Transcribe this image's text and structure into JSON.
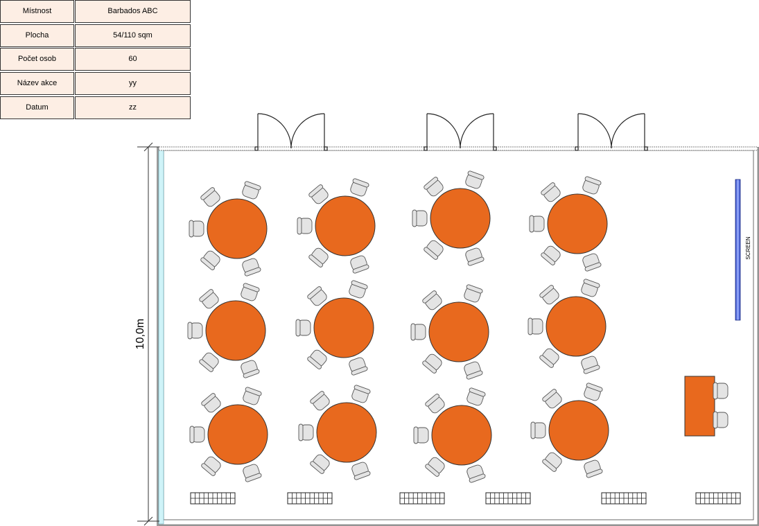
{
  "info_table": [
    {
      "label": "Místnost",
      "value": "Barbados ABC"
    },
    {
      "label": "Plocha",
      "value": "54/110 sqm"
    },
    {
      "label": "Počet osob",
      "value": "60"
    },
    {
      "label": "Název akce",
      "value": "yy"
    },
    {
      "label": "Datum",
      "value": "zz"
    }
  ],
  "plan": {
    "dimension_label": "10,0m",
    "screen_label": "SCREEN"
  },
  "colors": {
    "table_fill": "#E8691E",
    "chair_fill": "#E4E4E4",
    "info_cell_fill": "#FDEEE4",
    "screen_fill": "#3C5BD8",
    "window_fill": "#CFF3F8",
    "wall_fill": "#9A9A9A"
  },
  "icons": [
    "round-table-icon",
    "chair-icon",
    "door-icon",
    "radiator-icon",
    "screen-icon",
    "rect-table-icon"
  ]
}
